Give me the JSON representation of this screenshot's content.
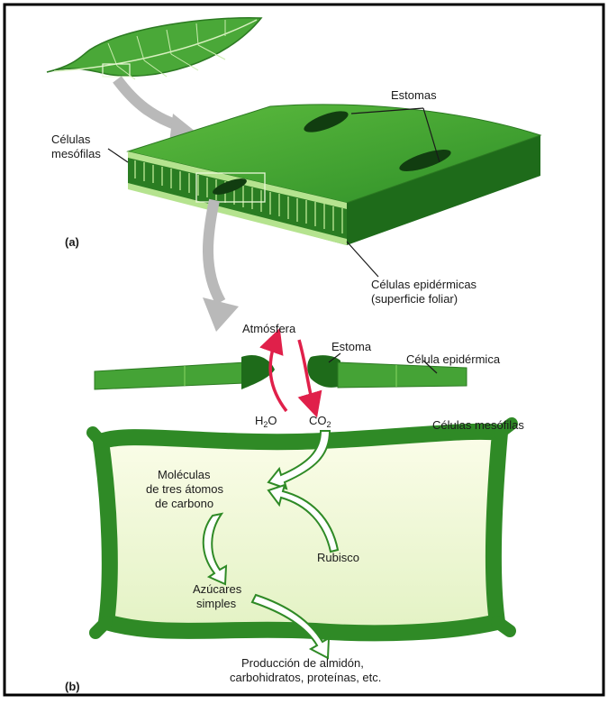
{
  "labels": {
    "panel_a": "(a)",
    "panel_b": "(b)",
    "estomas": "Estomas",
    "celulas_mesofilas_a_line1": "Células",
    "celulas_mesofilas_a_line2": "mesófilas",
    "celulas_epidermicas_line1": "Células epidérmicas",
    "celulas_epidermicas_line2": "(superficie foliar)",
    "atmosfera": "Atmósfera",
    "estoma": "Estoma",
    "celula_epidermica": "Célula epidérmica",
    "h2o_main": "H",
    "h2o_sub": "2",
    "h2o_end": "O",
    "co2_main": "CO",
    "co2_sub": "2",
    "celulas_mesofilas_b": "Células mesófilas",
    "moleculas_line1": "Moléculas",
    "moleculas_line2": "de tres átomos",
    "moleculas_line3": "de carbono",
    "rubisco": "Rubisco",
    "azucares_line1": "Azúcares",
    "azucares_line2": "simples",
    "produccion_line1": "Producción de almidón,",
    "produccion_line2": "carbohidratos, proteínas, etc."
  },
  "colors": {
    "leaf_green": "#3f9a2f",
    "leaf_dark": "#1e6b1a",
    "leaf_light": "#8fd46a",
    "arrow_red": "#e0204a",
    "arrow_gray": "#b9b9b9",
    "cell_fill": "#eff8d8"
  }
}
